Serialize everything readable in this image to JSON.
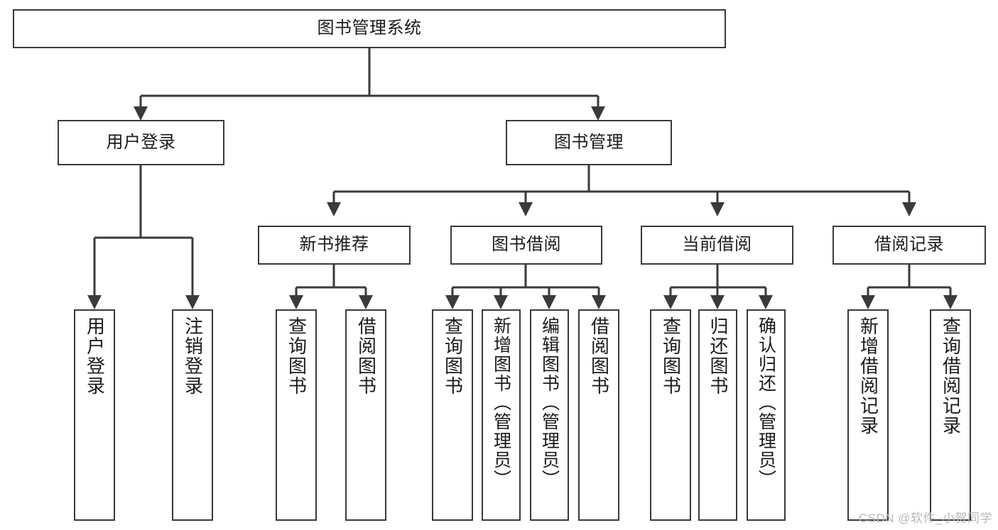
{
  "diagram": {
    "title": "图书管理系统",
    "type": "tree-hierarchy",
    "watermark": "CSDN @软件_小贺同学",
    "colors": {
      "stroke": "#3a3a3a",
      "fill": "#ffffff",
      "text": "#1b1b1b",
      "watermark": "#b8b8b8"
    },
    "root": {
      "label": "图书管理系统"
    },
    "level2": [
      {
        "label": "用户登录"
      },
      {
        "label": "图书管理"
      }
    ],
    "level3": [
      {
        "label": "新书推荐"
      },
      {
        "label": "图书借阅"
      },
      {
        "label": "当前借阅"
      },
      {
        "label": "借阅记录"
      }
    ],
    "leaves": {
      "user_login": [
        {
          "label": "用户登录"
        },
        {
          "label": "注销登录"
        }
      ],
      "new_book_recommend": [
        {
          "label": "查询图书"
        },
        {
          "label": "借阅图书"
        }
      ],
      "book_borrow": [
        {
          "label": "查询图书"
        },
        {
          "label": "新增图书（管理员）"
        },
        {
          "label": "编辑图书（管理员）"
        },
        {
          "label": "借阅图书"
        }
      ],
      "current_borrow": [
        {
          "label": "查询图书"
        },
        {
          "label": "归还图书"
        },
        {
          "label": "确认归还（管理员）"
        }
      ],
      "borrow_record": [
        {
          "label": "新增借阅记录"
        },
        {
          "label": "查询借阅记录"
        }
      ]
    }
  }
}
